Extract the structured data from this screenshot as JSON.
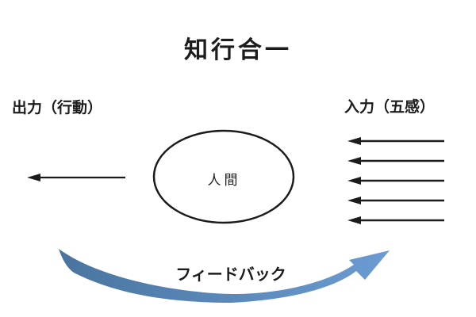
{
  "title": "知行合一",
  "labels": {
    "output": "出力（行動）",
    "input": "入力（五感）",
    "center": "人間",
    "feedback": "フィードバック"
  },
  "colors": {
    "text": "#1c1c1c",
    "arrow_black": "#1c1c1c",
    "ellipse_stroke": "#1c1c1c",
    "feedback_arrow_start": "#49749f",
    "feedback_arrow_end": "#6b9cd2"
  },
  "diagram": {
    "output_arrow": {
      "count": 1,
      "direction": "left"
    },
    "input_arrows": {
      "count": 5,
      "direction": "left"
    },
    "feedback_arrow": {
      "direction": "left-to-right",
      "shape": "curved-swoosh"
    }
  }
}
